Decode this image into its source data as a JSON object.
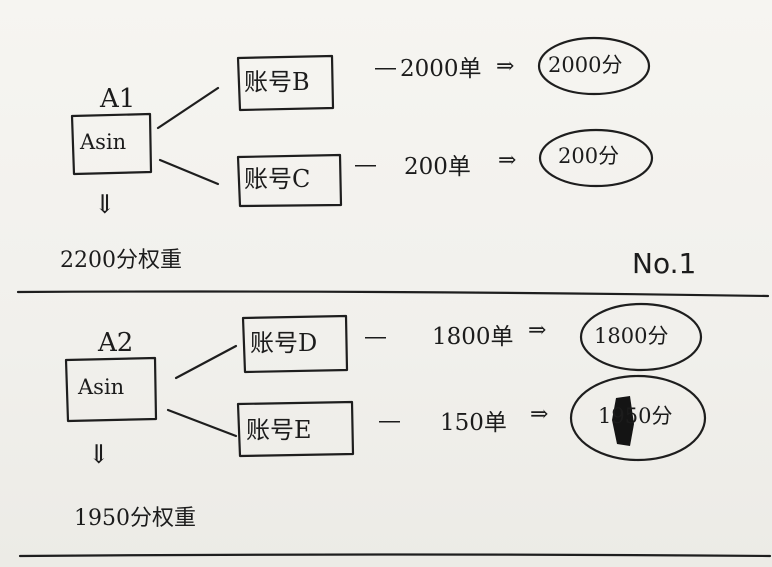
{
  "section_1": {
    "asin_id": "A1",
    "asin_label": "Asin",
    "down_arrow": "⇓",
    "total": "2200分权重",
    "rows": [
      {
        "account": "账号B",
        "dash": "—",
        "orders": "2000单",
        "arrow": "⇒",
        "score": "2000分"
      },
      {
        "account": "账号C",
        "dash": "—",
        "orders": "200单",
        "arrow": "⇒",
        "score": "200分"
      }
    ],
    "number_label": "No.1"
  },
  "section_2": {
    "asin_id": "A2",
    "asin_label": "Asin",
    "down_arrow": "⇓",
    "total": "1950分权重",
    "rows": [
      {
        "account": "账号D",
        "dash": "—",
        "orders": "1800单",
        "arrow": "⇒",
        "score": "1800分"
      },
      {
        "account": "账号E",
        "dash": "—",
        "orders": "150单",
        "arrow": "⇒",
        "score": "1950分"
      }
    ]
  },
  "colors": {
    "ink": "#1e1e1e",
    "paper": "#f3f2ee"
  }
}
